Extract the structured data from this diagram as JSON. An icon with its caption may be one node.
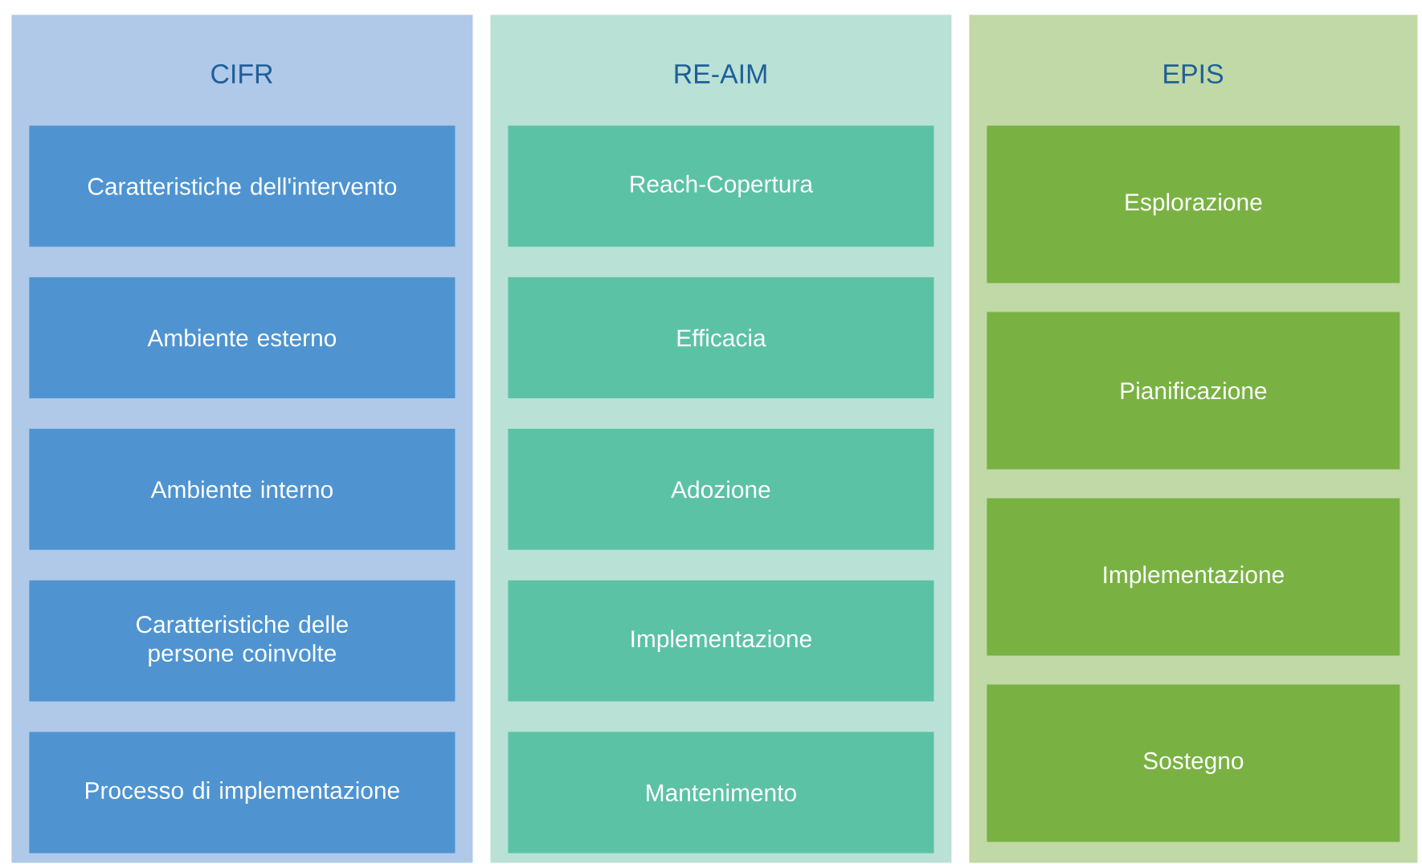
{
  "diagram": {
    "nodes": [
      {
        "text": [
          "CIFR"
        ]
      },
      {
        "text": [
          "Caratteristiche dell'intervento"
        ],
        "in": 0
      },
      {
        "text": [
          "Ambiente esterno"
        ],
        "in": 0
      },
      {
        "text": [
          "Ambiente interno"
        ],
        "in": 0
      },
      {
        "text": [
          "Caratteristiche delle persone coinvolte"
        ],
        "in": 0
      },
      {
        "text": [
          "Processo di implementazione"
        ],
        "in": 0
      },
      {
        "text": [
          "RE-AIM"
        ]
      },
      {
        "text": [
          "Reach-Copertura"
        ],
        "in": 6
      },
      {
        "text": [
          "Efficacia"
        ],
        "in": 6
      },
      {
        "text": [
          "Adozione"
        ],
        "in": 6
      },
      {
        "text": [
          "Implementazione"
        ],
        "in": 6
      },
      {
        "text": [
          "Mantenimento"
        ],
        "in": 6
      },
      {
        "text": [
          "EPIS"
        ]
      },
      {
        "text": [
          "Esplorazione"
        ],
        "in": 12
      },
      {
        "text": [
          "Pianificazione"
        ],
        "in": 12
      },
      {
        "text": [
          "Implementazione"
        ],
        "in": 12
      },
      {
        "text": [
          "Sostegno"
        ],
        "in": 12
      }
    ]
  }
}
